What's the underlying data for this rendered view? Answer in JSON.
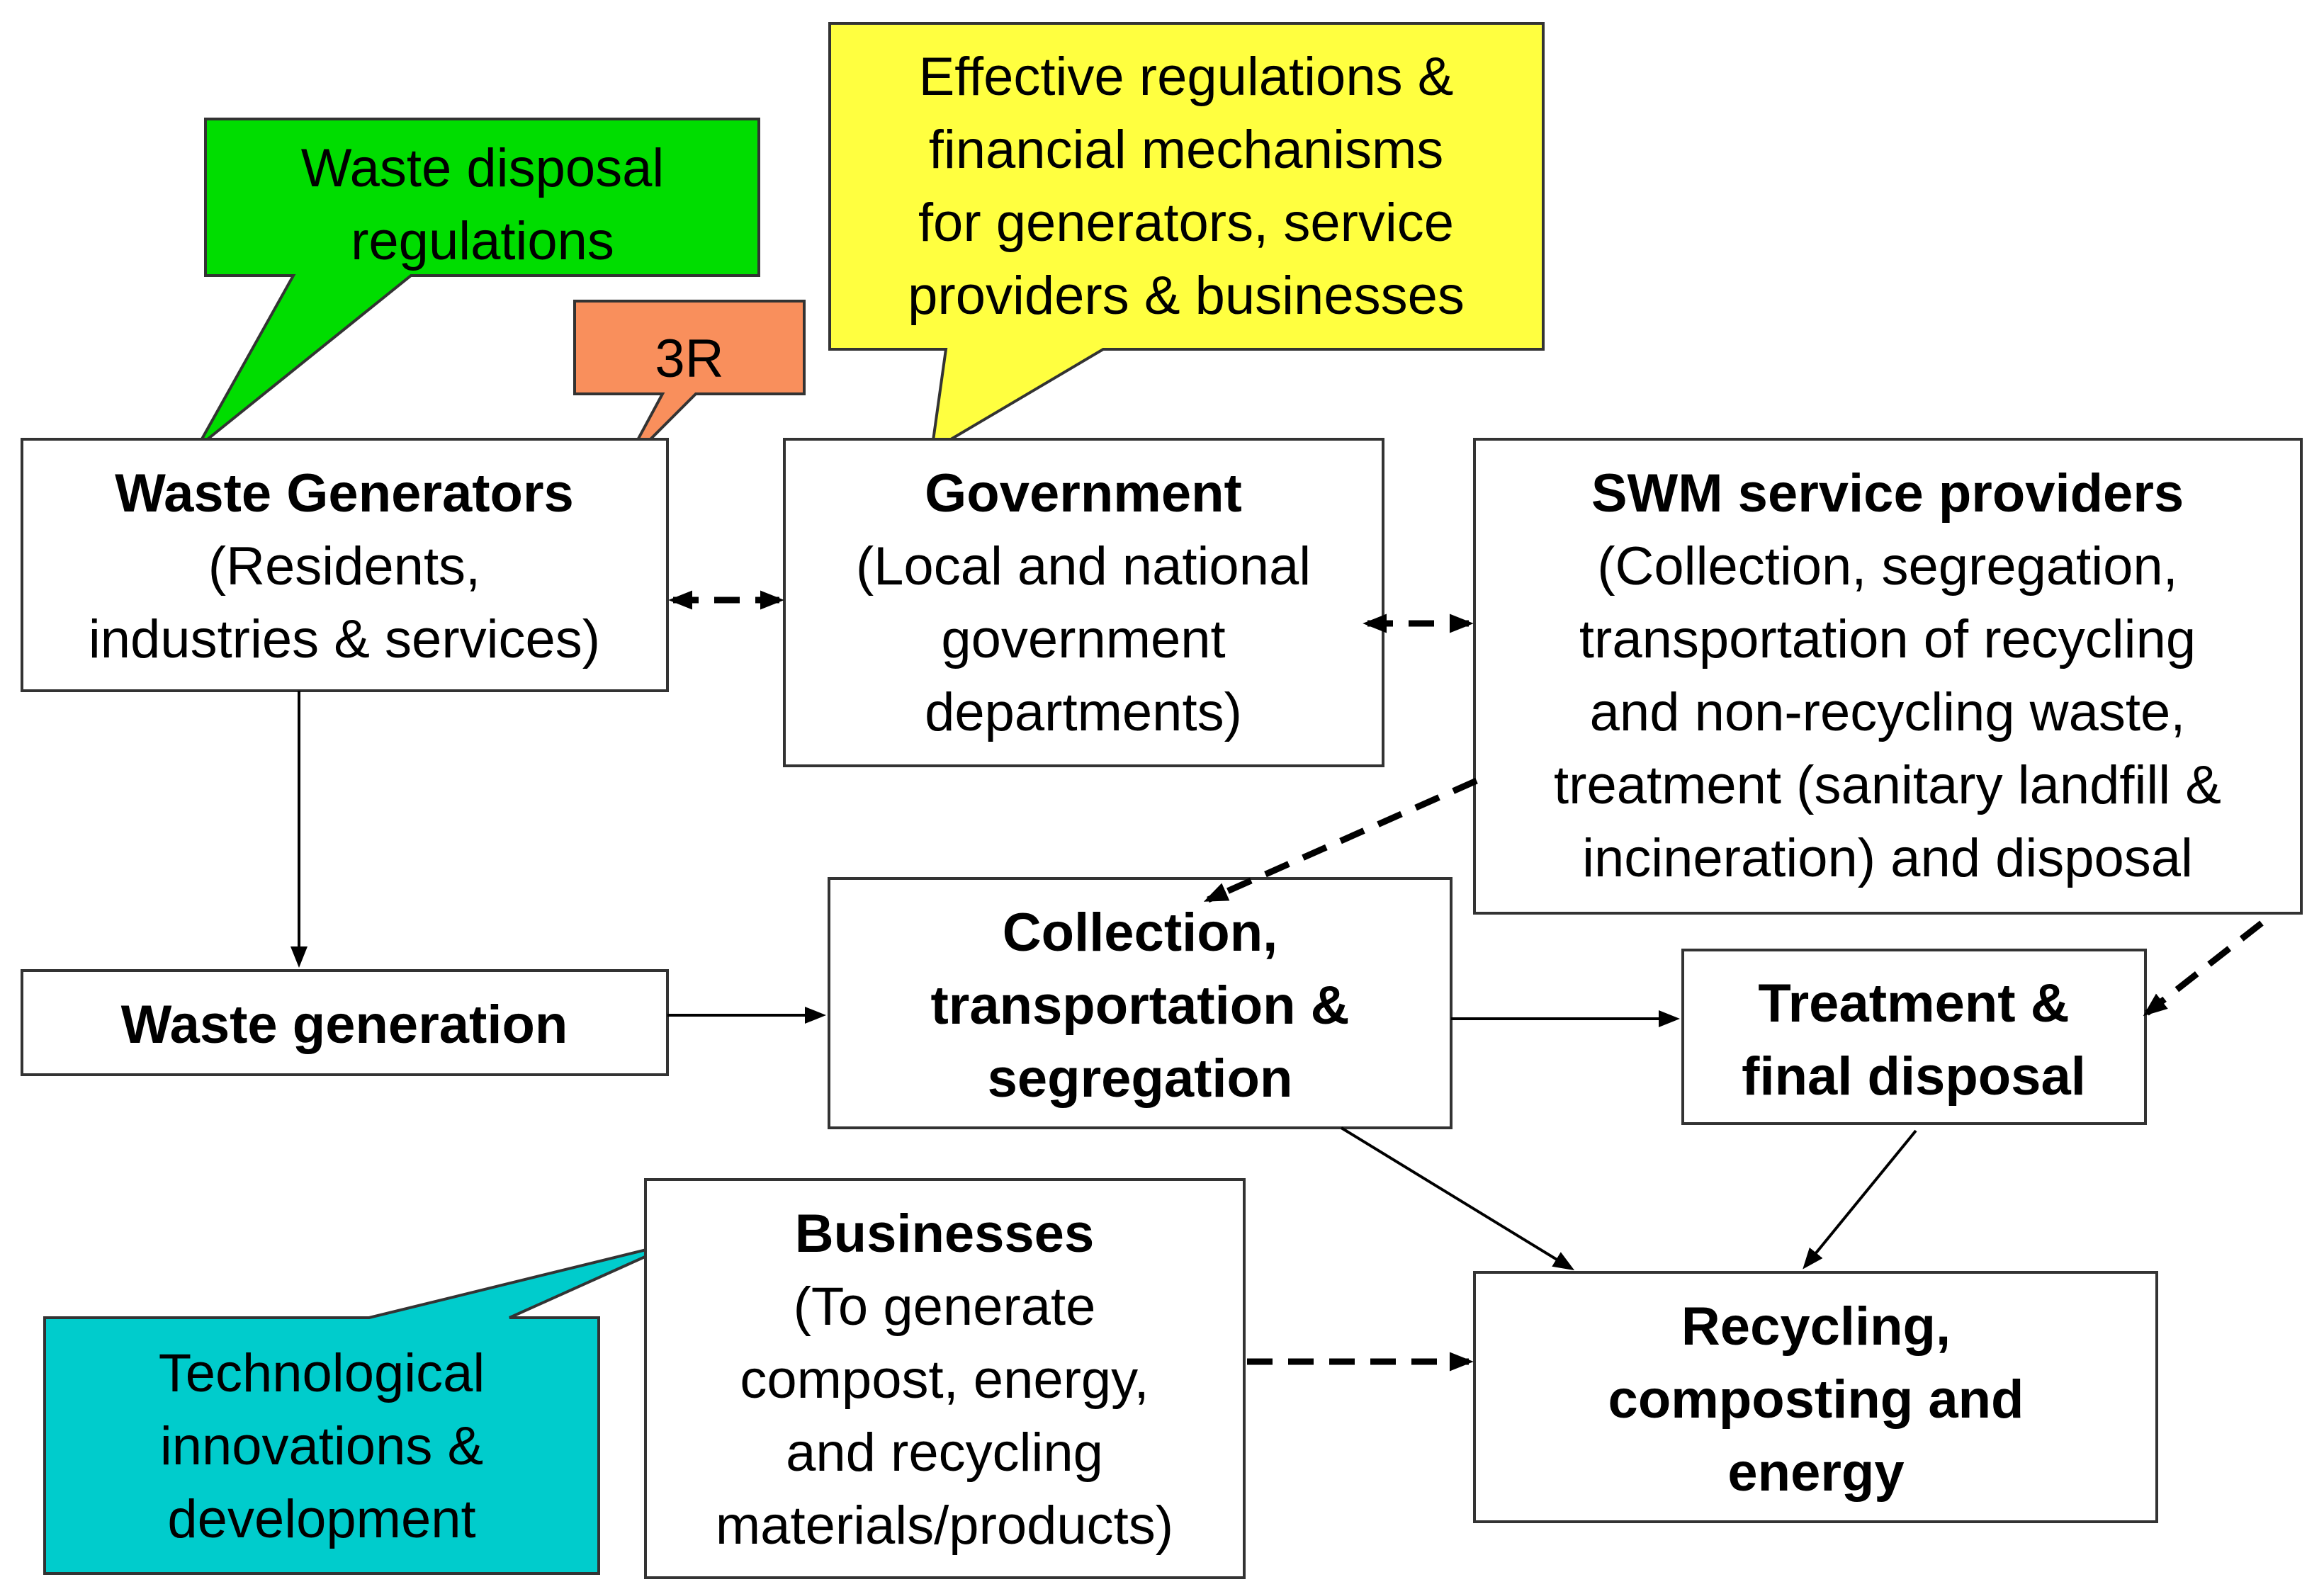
{
  "callouts": {
    "waste_disposal": {
      "lines": [
        "Waste disposal",
        "regulations"
      ],
      "color": "#00dd00"
    },
    "three_r": {
      "lines": [
        "3R"
      ],
      "color": "#f98f5c"
    },
    "effective_regulations": {
      "lines": [
        "Effective regulations &",
        "financial mechanisms",
        "for generators, service",
        "providers & businesses"
      ],
      "color": "#ffff40"
    },
    "technological": {
      "lines": [
        "Technological",
        "innovations &",
        "development"
      ],
      "color": "#00cccc"
    }
  },
  "boxes": {
    "waste_generators": {
      "title": "Waste Generators",
      "lines": [
        "(Residents,",
        "industries & services)"
      ]
    },
    "government": {
      "title": "Government",
      "lines": [
        "(Local and national",
        "government",
        "departments)"
      ]
    },
    "swm_providers": {
      "title": "SWM service providers",
      "lines": [
        "(Collection, segregation,",
        "transportation of recycling",
        "and non-recycling waste,",
        "treatment (sanitary landfill &",
        "incineration) and disposal"
      ]
    },
    "waste_generation": {
      "title_lines": [
        "Waste generation"
      ]
    },
    "collection": {
      "title_lines": [
        "Collection,",
        "transportation &",
        "segregation"
      ]
    },
    "treatment": {
      "title_lines": [
        "Treatment &",
        "final disposal"
      ]
    },
    "businesses": {
      "title": "Businesses",
      "lines": [
        "(To generate",
        "compost, energy,",
        "and recycling",
        "materials/products)"
      ]
    },
    "recycling": {
      "title_lines": [
        "Recycling,",
        "composting and",
        "energy"
      ]
    }
  }
}
